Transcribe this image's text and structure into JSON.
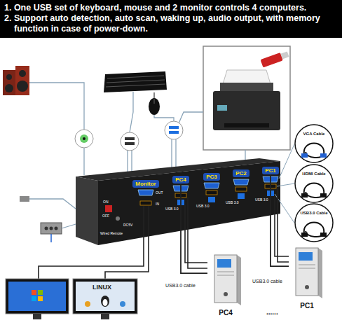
{
  "diagram": {
    "nodes": [
      {
        "text": [
          "1. One USB set of keyboard, mouse and 2 monitor controls 4 computers.",
          "2. Support auto detection, auto scan, waking up, audio output, with memory function in case of power-down."
        ]
      },
      {
        "text": [
          "Monitor"
        ]
      },
      {
        "text": [
          "PC4"
        ]
      },
      {
        "text": [
          "PC3"
        ]
      },
      {
        "text": [
          "PC2"
        ]
      },
      {
        "text": [
          "PC1"
        ]
      },
      {
        "text": [
          "VGA Cable"
        ]
      },
      {
        "text": [
          "HDMI Cable"
        ]
      },
      {
        "text": [
          "USB3.0 Cable"
        ]
      },
      {
        "text": [
          "PC4"
        ]
      },
      {
        "text": [
          "PC1"
        ]
      }
    ],
    "edges": [
      {
        "from": 2,
        "to": 9,
        "arrow": "none"
      },
      {
        "from": 5,
        "to": 10,
        "arrow": "none"
      }
    ],
    "labels": [
      "OUT",
      "IN",
      "ON",
      "OFF",
      "DC5V",
      "Wired Remote",
      "USB 3.0",
      "USB 3.0",
      "USB 3.0",
      "USB 3.0",
      "USB3.0 cable",
      "USB3.0 cable",
      "......",
      "LINUX"
    ]
  }
}
